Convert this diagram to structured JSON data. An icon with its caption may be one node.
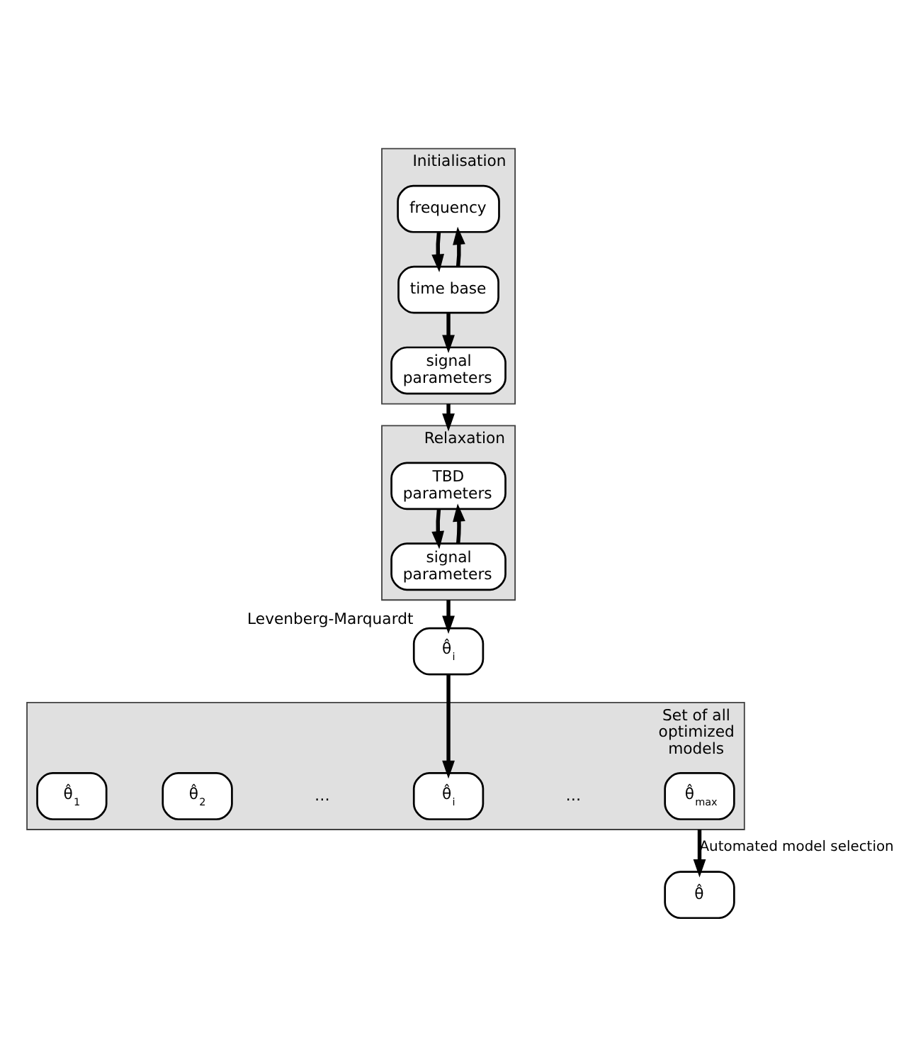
{
  "diagram": {
    "nodes": [
      {
        "text": [
          "Initialisation"
        ]
      },
      {
        "text": [
          "frequency"
        ],
        "in": 0
      },
      {
        "text": [
          "time base"
        ],
        "in": 0
      },
      {
        "text": [
          "signal parameters"
        ],
        "in": 0
      },
      {
        "text": [
          "Relaxation"
        ]
      },
      {
        "text": [
          "TBD parameters"
        ],
        "in": 4
      },
      {
        "text": [
          "signal parameters"
        ],
        "in": 4
      },
      {
        "text": [
          "θ̂$_{i}$"
        ],
        "beside": [
          "Levenberg-Marquardt"
        ]
      },
      {
        "text": [
          "Set of all optimized models"
        ]
      },
      {
        "text": [
          "θ̂$_{1}$"
        ],
        "in": 8
      },
      {
        "text": [
          "θ̂$_{2}$"
        ],
        "in": 8
      },
      {
        "text": [
          "θ̂$_{i}$"
        ],
        "in": 8
      },
      {
        "text": [
          "θ̂$_{max}$"
        ],
        "in": 8
      },
      {
        "text": [
          "θ̂"
        ]
      }
    ],
    "edges": [
      {
        "from": 2,
        "to": 1,
        "arrow": "to"
      },
      {
        "from": 1,
        "to": 2,
        "arrow": "to"
      },
      {
        "from": 2,
        "to": 3,
        "arrow": "to"
      },
      {
        "from": 0,
        "to": 4,
        "arrow": "to"
      },
      {
        "from": 6,
        "to": 5,
        "arrow": "to"
      },
      {
        "from": 5,
        "to": 6,
        "arrow": "to"
      },
      {
        "from": 4,
        "to": 7,
        "arrow": "to"
      },
      {
        "from": 7,
        "to": 11,
        "arrow": "to"
      },
      {
        "from": 8,
        "to": 13,
        "arrow": "to",
        "label": "Automated model selection"
      }
    ],
    "labels": [
      "…",
      "…"
    ]
  }
}
